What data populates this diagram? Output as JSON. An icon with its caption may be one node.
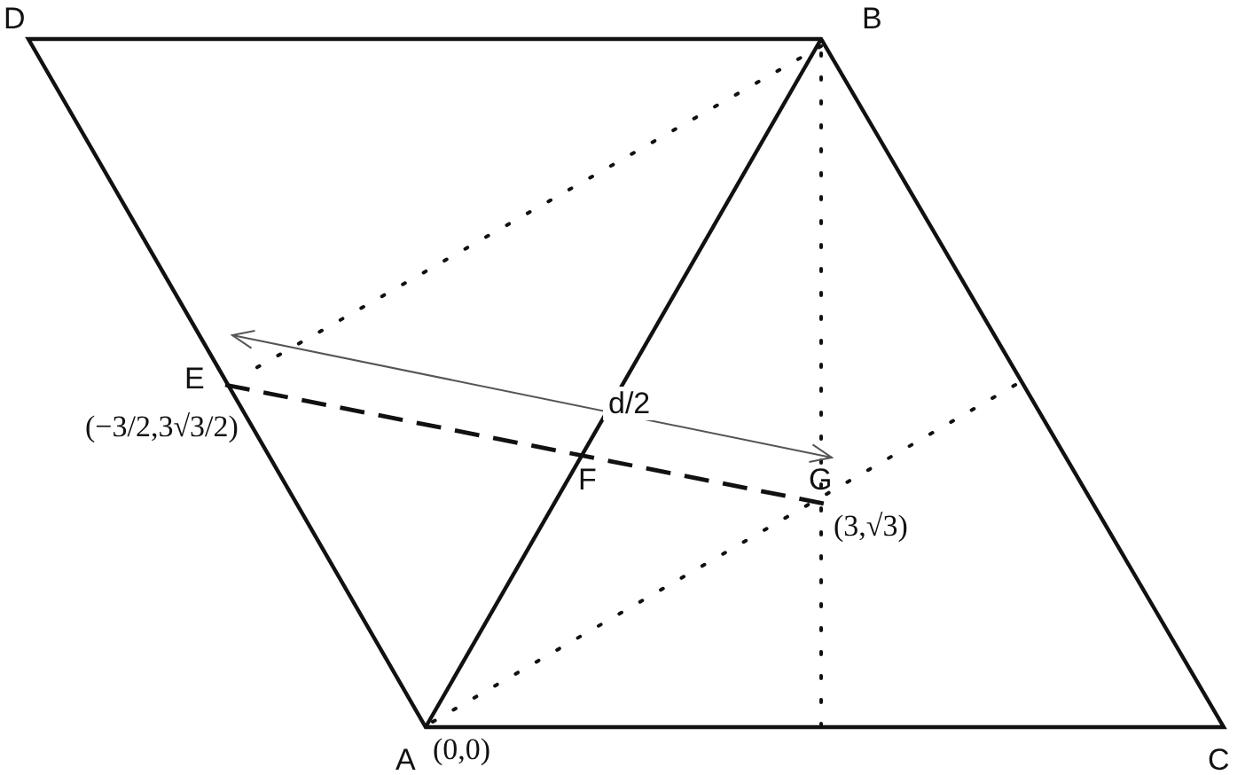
{
  "diagram": {
    "labels": [
      "D",
      "B",
      "E",
      "(−3/2,3√3/2)",
      "d/2",
      "F",
      "G",
      "(3,√3)",
      "A",
      "(0,0)",
      "C"
    ]
  }
}
